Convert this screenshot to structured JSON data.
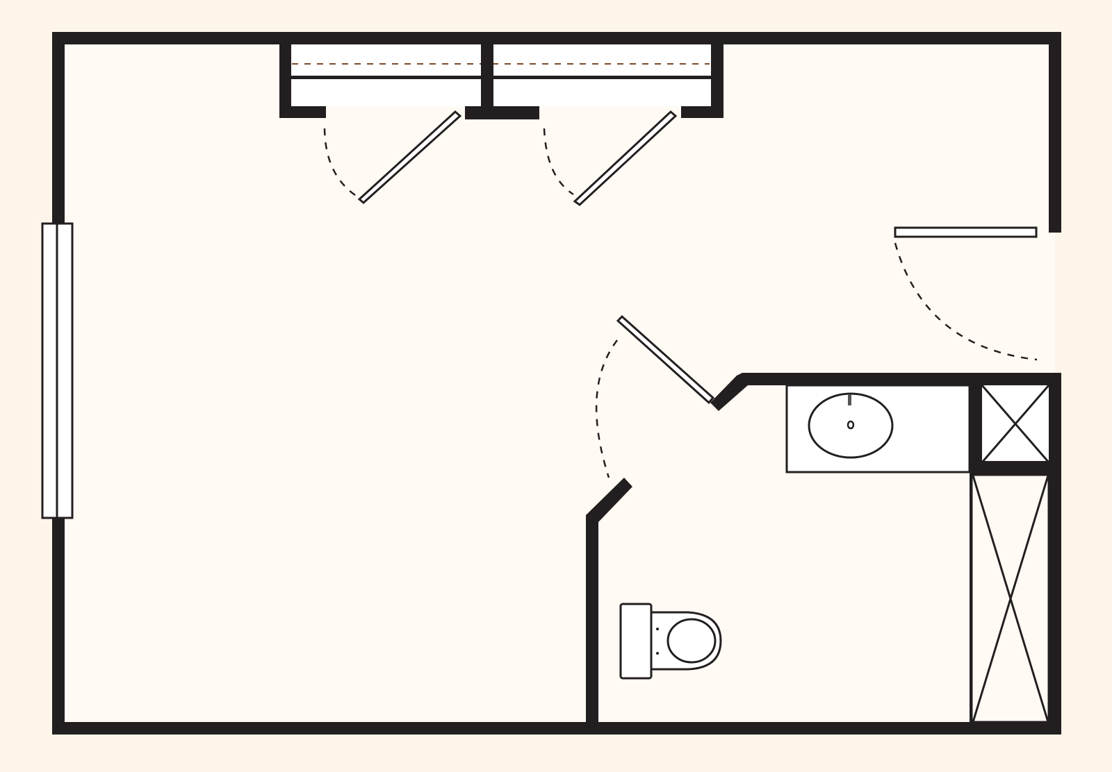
{
  "diagram": {
    "type": "floor-plan",
    "colors": {
      "background": "#fdf5ea",
      "floor": "#fffaf3",
      "wall": "#231f20",
      "shelf_line": "#7a4a2a",
      "fixture_fill": "#ffffff"
    },
    "elements": [
      "outer-walls",
      "window-left",
      "closet-left",
      "closet-right",
      "closet-door-left",
      "closet-door-right",
      "entry-door",
      "bathroom-door",
      "bathroom-walls",
      "vanity",
      "sink",
      "linen-cabinet",
      "shower",
      "toilet"
    ]
  }
}
